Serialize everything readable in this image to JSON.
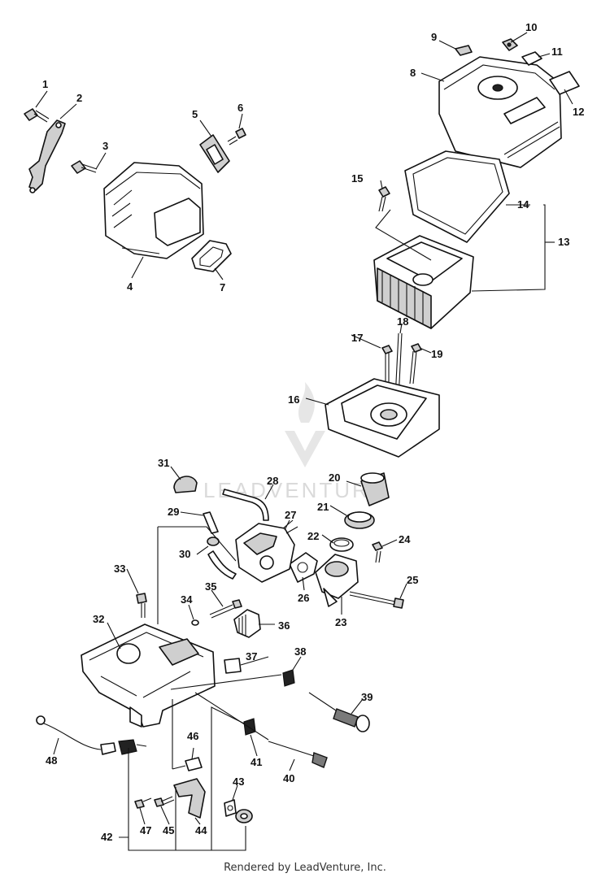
{
  "watermark": {
    "text": "LEADVENTURE"
  },
  "footer": {
    "text": "Rendered by LeadVenture, Inc."
  },
  "callouts": [
    {
      "id": "1",
      "label": "1"
    },
    {
      "id": "2",
      "label": "2"
    },
    {
      "id": "3",
      "label": "3"
    },
    {
      "id": "4",
      "label": "4"
    },
    {
      "id": "5",
      "label": "5"
    },
    {
      "id": "6",
      "label": "6"
    },
    {
      "id": "7",
      "label": "7"
    },
    {
      "id": "8",
      "label": "8"
    },
    {
      "id": "9",
      "label": "9"
    },
    {
      "id": "10",
      "label": "10"
    },
    {
      "id": "11",
      "label": "11"
    },
    {
      "id": "12",
      "label": "12"
    },
    {
      "id": "13",
      "label": "13"
    },
    {
      "id": "14",
      "label": "14"
    },
    {
      "id": "15",
      "label": "15"
    },
    {
      "id": "16",
      "label": "16"
    },
    {
      "id": "17",
      "label": "17"
    },
    {
      "id": "18",
      "label": "18"
    },
    {
      "id": "19",
      "label": "19"
    },
    {
      "id": "20",
      "label": "20"
    },
    {
      "id": "21",
      "label": "21"
    },
    {
      "id": "22",
      "label": "22"
    },
    {
      "id": "23",
      "label": "23"
    },
    {
      "id": "24",
      "label": "24"
    },
    {
      "id": "25",
      "label": "25"
    },
    {
      "id": "26",
      "label": "26"
    },
    {
      "id": "27",
      "label": "27"
    },
    {
      "id": "28",
      "label": "28"
    },
    {
      "id": "29",
      "label": "29"
    },
    {
      "id": "30",
      "label": "30"
    },
    {
      "id": "31",
      "label": "31"
    },
    {
      "id": "32",
      "label": "32"
    },
    {
      "id": "33",
      "label": "33"
    },
    {
      "id": "34",
      "label": "34"
    },
    {
      "id": "35",
      "label": "35"
    },
    {
      "id": "36",
      "label": "36"
    },
    {
      "id": "37",
      "label": "37"
    },
    {
      "id": "38",
      "label": "38"
    },
    {
      "id": "39",
      "label": "39"
    },
    {
      "id": "40",
      "label": "40"
    },
    {
      "id": "41",
      "label": "41"
    },
    {
      "id": "42",
      "label": "42"
    },
    {
      "id": "43",
      "label": "43"
    },
    {
      "id": "44",
      "label": "44"
    },
    {
      "id": "45",
      "label": "45"
    },
    {
      "id": "46",
      "label": "46"
    },
    {
      "id": "47",
      "label": "47"
    },
    {
      "id": "48",
      "label": "48"
    }
  ]
}
